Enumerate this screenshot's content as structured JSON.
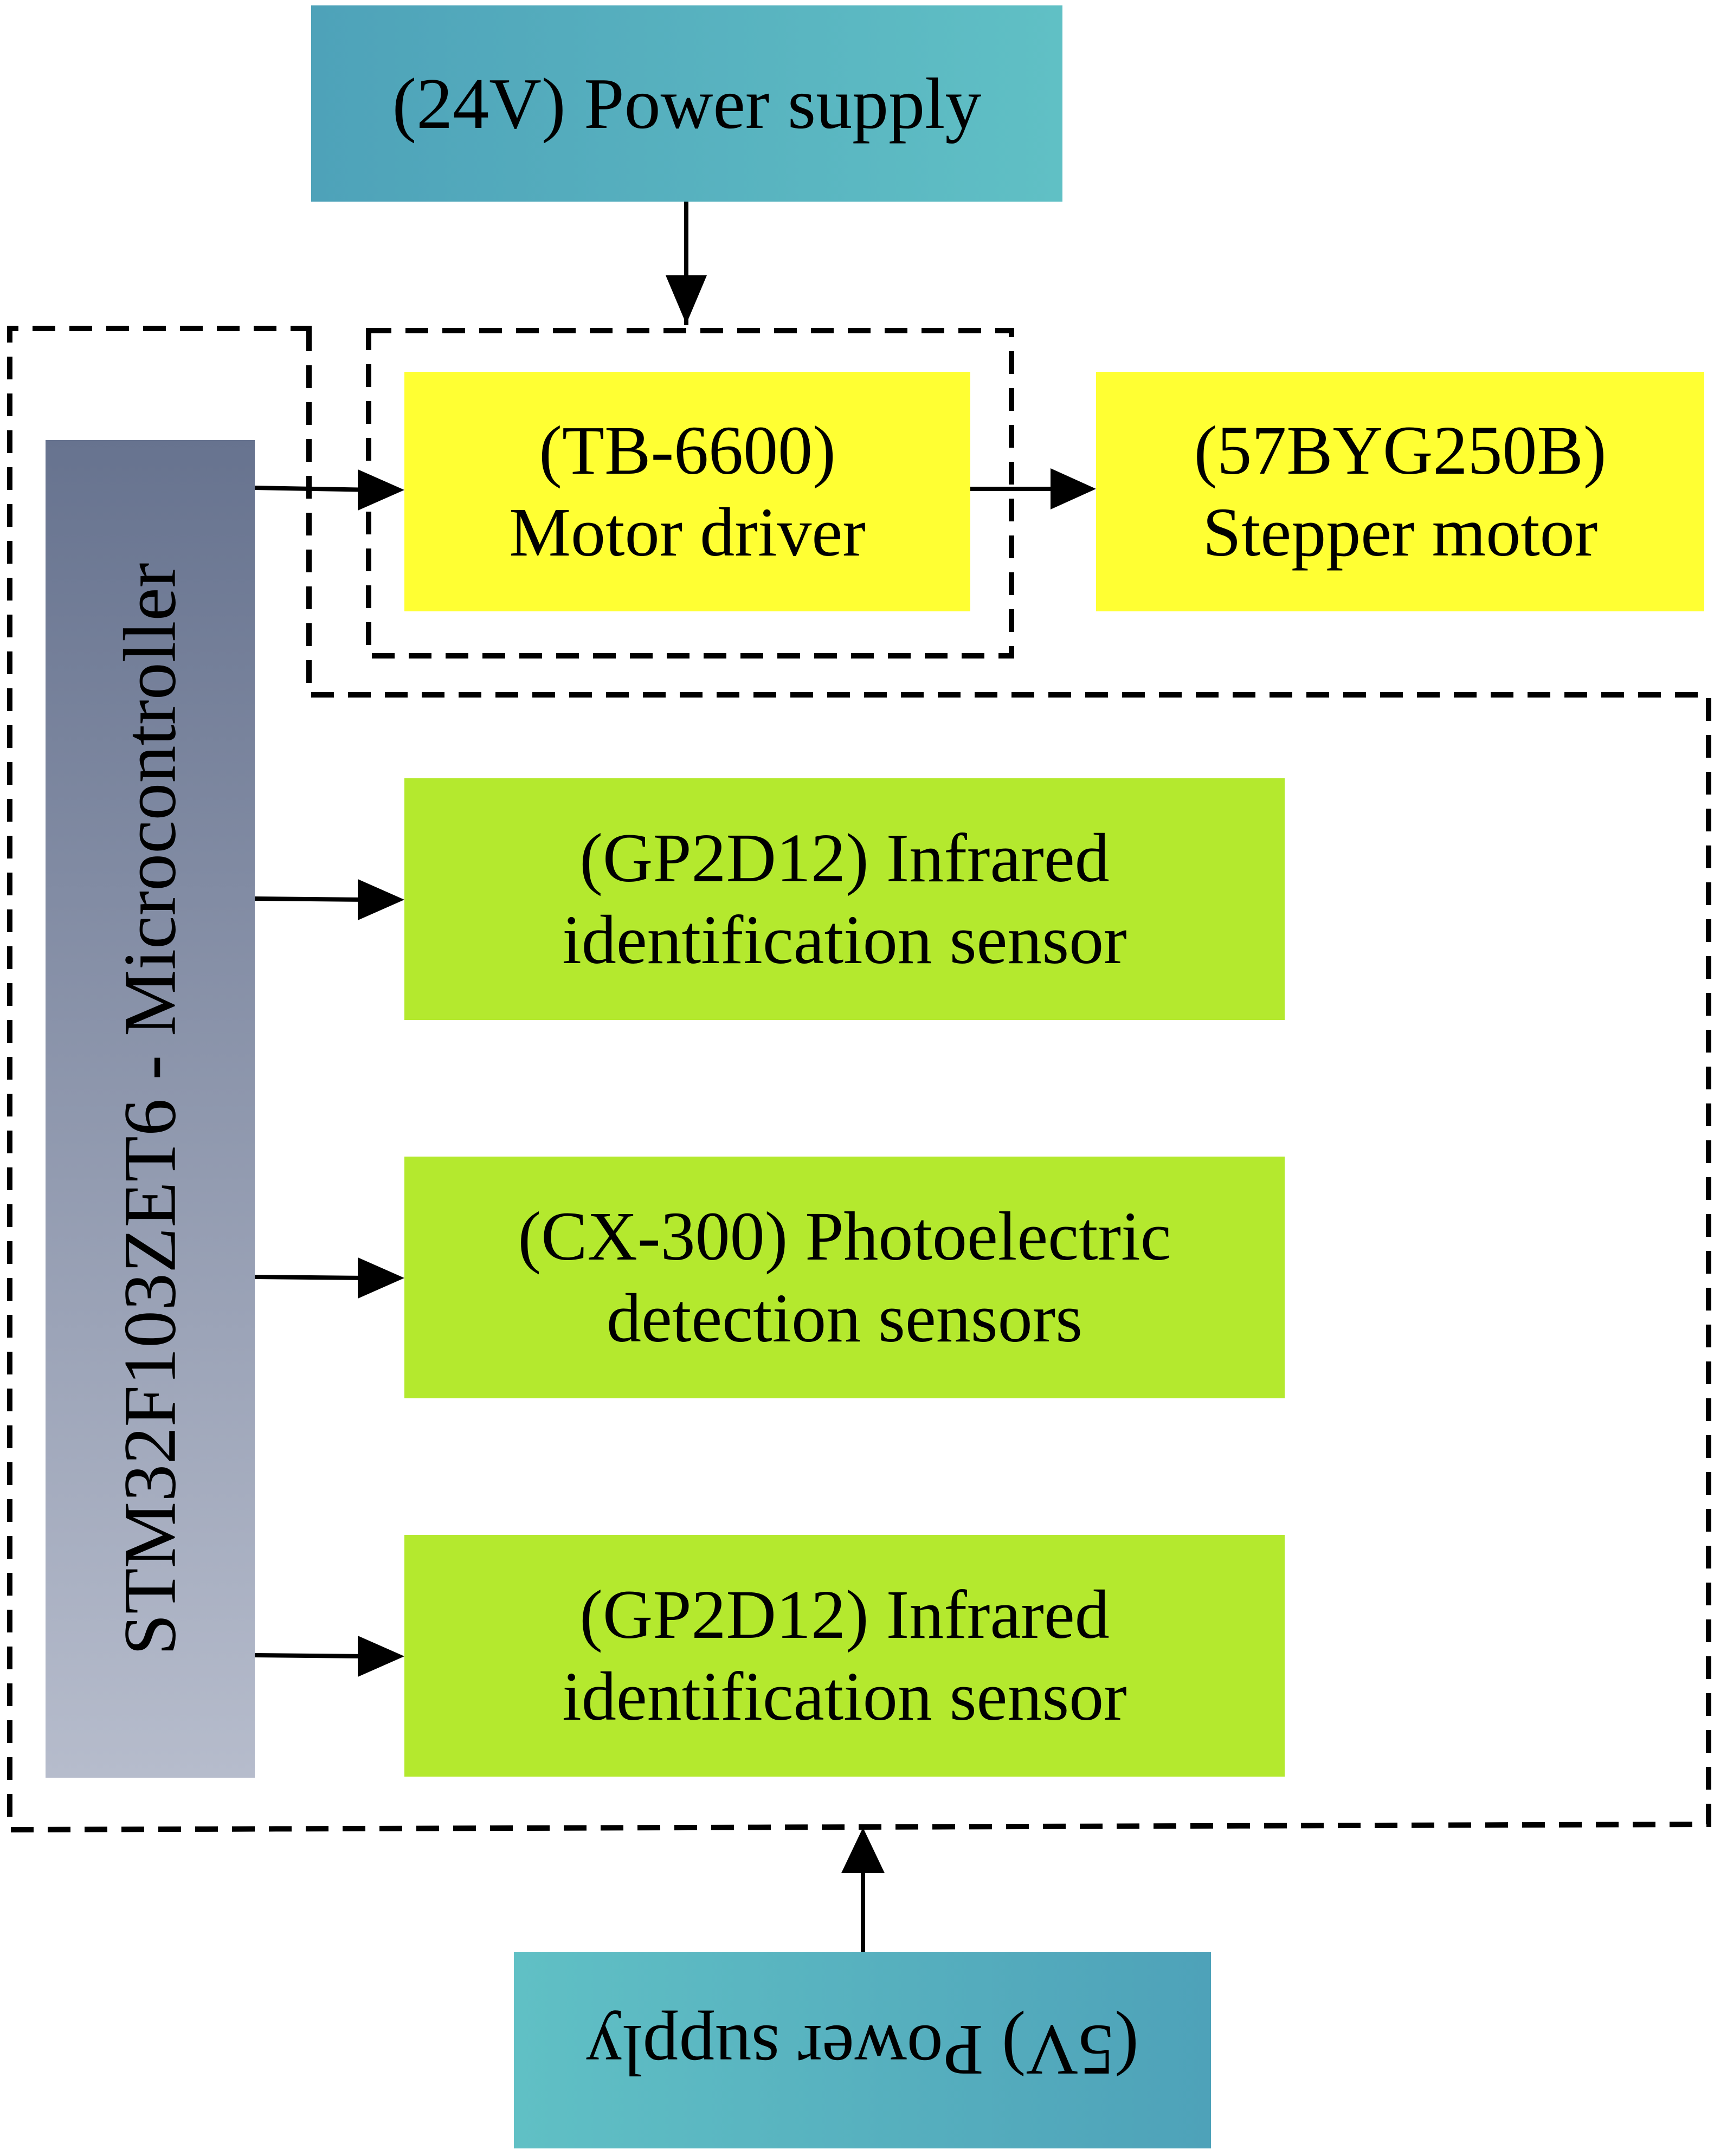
{
  "colors": {
    "teal_dark": "#4ea2b9",
    "teal_light": "#60c0c5",
    "mcu_top": "#67738f",
    "mcu_bottom": "#b6bccc",
    "yellow": "#ffff33",
    "green": "#b4e92e",
    "line": "#000000"
  },
  "power_24v": {
    "label": "(24V) Power supply"
  },
  "power_5v": {
    "label": "(5V) Power supply"
  },
  "microcontroller": {
    "label": "STM32F103ZET6 - Microcontroller"
  },
  "motor_driver": {
    "line1": "(TB-6600)",
    "line2": "Motor driver"
  },
  "stepper_motor": {
    "line1": "(57BYG250B)",
    "line2": "Stepper motor"
  },
  "sensor_infrared_1": {
    "line1": "(GP2D12) Infrared",
    "line2": "identification sensor"
  },
  "sensor_photoelectric": {
    "line1": "(CX-300) Photoelectric",
    "line2": "detection sensors"
  },
  "sensor_infrared_2": {
    "line1": "(GP2D12) Infrared",
    "line2": "identification sensor"
  }
}
